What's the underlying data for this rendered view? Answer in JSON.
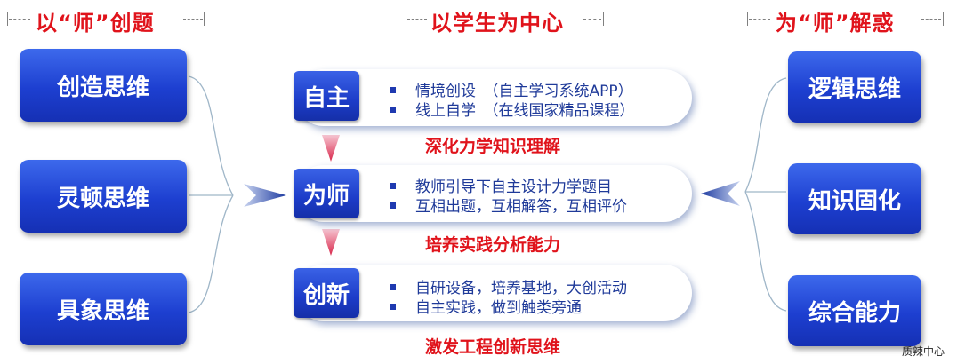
{
  "headers": {
    "left": "以“师”创题",
    "center": "以学生为中心",
    "right": "为“师”解惑"
  },
  "left_items": [
    "创造思维",
    "灵顿思维",
    "具象思维"
  ],
  "right_items": [
    "逻辑思维",
    "知识固化",
    "综合能力"
  ],
  "stages": [
    {
      "tag": "自主",
      "bullets": [
        "情境创设　（自主学习系统APP）",
        "线上自学　（在线国家精品课程）"
      ],
      "result": "深化力学知识理解"
    },
    {
      "tag": "为师",
      "bullets": [
        "教师引导下自主设计力学题目",
        "互相出题，互相解答，互相评价"
      ],
      "result": "培养实践分析能力"
    },
    {
      "tag": "创新",
      "bullets": [
        "自研设备，培养基地，大创活动",
        "自主实践，做到触类旁通"
      ],
      "result": "激发工程创新思维"
    }
  ],
  "footer": "质辣中心",
  "colors": {
    "accent_red": "#e0131b",
    "button_blue": "#1d3fd0",
    "text_blue": "#1f3a99"
  }
}
